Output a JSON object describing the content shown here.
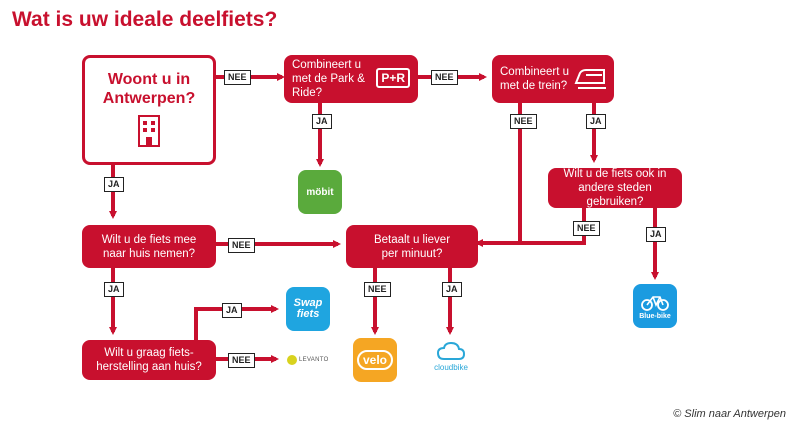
{
  "title": "Wat is uw ideale deelfiets?",
  "colors": {
    "primary": "#c8102e",
    "mobit": "#5aaa3c",
    "swapfiets": "#1fa5e0",
    "bluebike": "#1b9be0",
    "velo": "#f5a623",
    "cloudbike": "#2aa7d8",
    "levanto": "#d8d21e"
  },
  "nodes": {
    "antwerpen": "Woont u in Antwerpen?",
    "park_ride": "Combineert u met de Park & Ride?",
    "trein": "Combineert u met de trein?",
    "andere_steden": "Wilt u de fiets ook in andere steden gebruiken?",
    "mee_naar_huis": "Wilt u de fiets mee naar huis nemen?",
    "per_minuut": "Betaalt u liever per minuut?",
    "herstelling": "Wilt u graag fiets-herstelling aan huis?"
  },
  "edge_labels": {
    "antwerpen_nee": "NEE",
    "park_ride_nee": "NEE",
    "park_ride_ja": "JA",
    "trein_nee": "NEE",
    "trein_ja": "JA",
    "antwerpen_ja": "JA",
    "mee_nee": "NEE",
    "mee_ja": "JA",
    "andere_nee": "NEE",
    "andere_ja": "JA",
    "minuut_nee": "NEE",
    "minuut_ja": "JA",
    "herstelling_ja": "JA",
    "herstelling_nee": "NEE"
  },
  "icons": {
    "park_ride": "P+R",
    "mobit": "möbit",
    "swapfiets_line1": "Swap",
    "swapfiets_line2": "fiets",
    "levanto": "LEVANTO",
    "velo": "velo",
    "cloudbike": "cloudbike",
    "bluebike": "Blue-bike"
  },
  "icon_names": [
    "building-icon",
    "park-and-ride-icon",
    "train-icon",
    "mobit-logo",
    "swapfiets-logo",
    "levanto-logo",
    "velo-logo",
    "cloudbike-logo",
    "bluebike-logo"
  ],
  "copyright": "© Slim naar Antwerpen"
}
